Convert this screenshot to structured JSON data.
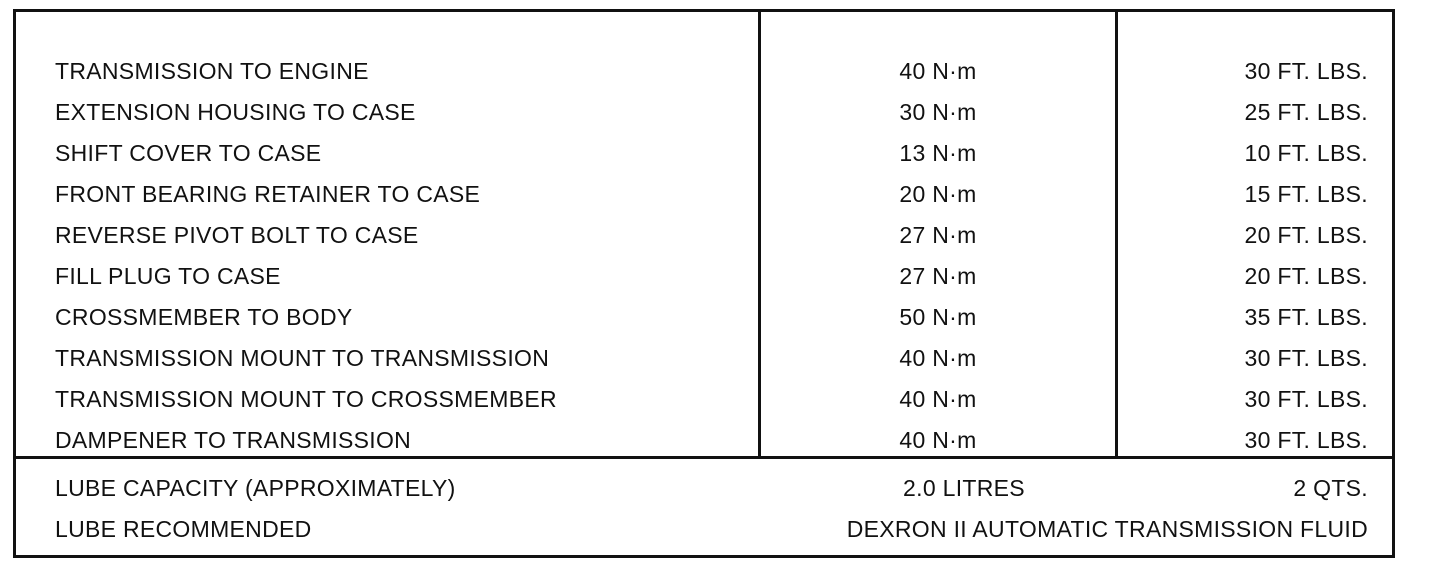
{
  "torque_specs": [
    {
      "item": "TRANSMISSION TO ENGINE",
      "metric": "40 N·m",
      "imperial": "30 FT. LBS."
    },
    {
      "item": "EXTENSION HOUSING TO CASE",
      "metric": "30 N·m",
      "imperial": "25 FT. LBS."
    },
    {
      "item": "SHIFT COVER TO CASE",
      "metric": "13 N·m",
      "imperial": "10 FT. LBS."
    },
    {
      "item": "FRONT BEARING RETAINER TO CASE",
      "metric": "20 N·m",
      "imperial": "15 FT. LBS."
    },
    {
      "item": "REVERSE PIVOT BOLT TO CASE",
      "metric": "27 N·m",
      "imperial": "20 FT. LBS."
    },
    {
      "item": "FILL PLUG TO CASE",
      "metric": "27 N·m",
      "imperial": "20 FT. LBS."
    },
    {
      "item": "CROSSMEMBER TO BODY",
      "metric": "50 N·m",
      "imperial": "35 FT. LBS."
    },
    {
      "item": "TRANSMISSION MOUNT TO TRANSMISSION",
      "metric": "40 N·m",
      "imperial": "30 FT. LBS."
    },
    {
      "item": "TRANSMISSION MOUNT TO CROSSMEMBER",
      "metric": "40 N·m",
      "imperial": "30 FT. LBS."
    },
    {
      "item": "DAMPENER TO TRANSMISSION",
      "metric": "40 N·m",
      "imperial": "30 FT. LBS."
    }
  ],
  "lube": {
    "capacity_label": "LUBE CAPACITY (APPROXIMATELY)",
    "capacity_metric": "2.0 LITRES",
    "capacity_imperial": "2 QTS.",
    "recommended_label": "LUBE RECOMMENDED",
    "recommended_value": "DEXRON II AUTOMATIC TRANSMISSION FLUID"
  }
}
